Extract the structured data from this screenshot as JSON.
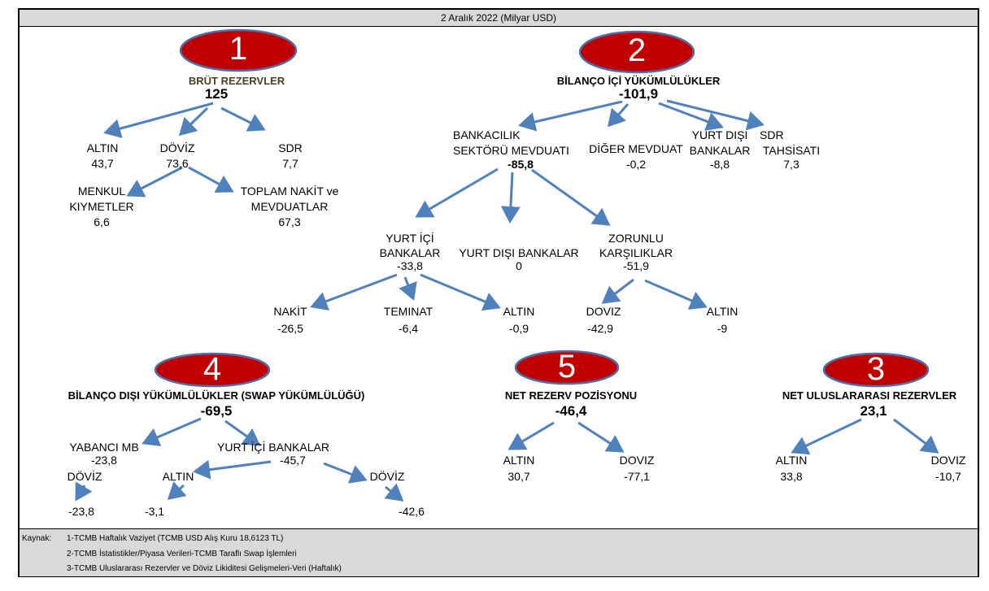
{
  "header": {
    "title": "2 Aralık 2022 (Milyar USD)"
  },
  "badges": {
    "b1": "1",
    "b2": "2",
    "b3": "3",
    "b4": "4",
    "b5": "5"
  },
  "section1": {
    "heading": "BRÜT REZERVLER",
    "total": "125",
    "altin_label": "ALTIN",
    "altin_value": "43,7",
    "doviz_label": "DÖVİZ",
    "doviz_value": "73,6",
    "sdr_label": "SDR",
    "sdr_value": "7,7",
    "menkul_label_1": "MENKUL",
    "menkul_label_2": "KIYMETLER",
    "menkul_value": "6,6",
    "toplam_label_1": "TOPLAM NAKİT ve",
    "toplam_label_2": "MEVDUATLAR",
    "toplam_value": "67,3"
  },
  "section2": {
    "heading": "BİLANÇO İÇİ YÜKÜMLÜLÜKLER",
    "total": "-101,9",
    "bankacilik_label_1": "BANKACILIK",
    "bankacilik_label_2": "SEKTÖRÜ MEVDUATI",
    "bankacilik_value": "-85,8",
    "diger_label": "DİĞER MEVDUAT",
    "diger_value": "-0,2",
    "yurtdisi_label_1": "YURT DIŞI",
    "yurtdisi_label_2": "BANKALAR",
    "yurtdisi_value": "-8,8",
    "sdr_label_1": "SDR",
    "sdr_label_2": "TAHSİSATI",
    "sdr_value": "7,3",
    "yurtici_label_1": "YURT İÇİ",
    "yurtici_label_2": "BANKALAR",
    "yurtici_value": "-33,8",
    "ydbank_label": "YURT DIŞI BANKALAR",
    "ydbank_value": "0",
    "zorunlu_label_1": "ZORUNLU",
    "zorunlu_label_2": "KARŞILIKLAR",
    "zorunlu_value": "-51,9",
    "nakit_label": "NAKİT",
    "nakit_value": "-26,5",
    "teminat_label": "TEMINAT",
    "teminat_value": "-6,4",
    "altin1_label": "ALTIN",
    "altin1_value": "-0,9",
    "doviz_label": "DOVIZ",
    "doviz_value": "-42,9",
    "altin2_label": "ALTIN",
    "altin2_value": "-9"
  },
  "section4": {
    "heading": "BİLANÇO DIŞI  YÜKÜMLÜLÜKLER (SWAP YÜKÜMLÜLÜĞÜ)",
    "total": "-69,5",
    "ymb_label": "YABANCI MB",
    "ymb_value": "-23,8",
    "ymb_doviz_label": "DÖVİZ",
    "ymb_doviz_value": "-23,8",
    "yib_label": "YURT İÇİ BANKALAR",
    "yib_value": "-45,7",
    "altin_label": "ALTIN",
    "altin_value": "-3,1",
    "doviz_label": "DÖVİZ",
    "doviz_value": "-42,6"
  },
  "section5": {
    "heading": "NET REZERV POZİSYONU",
    "total": "-46,4",
    "altin_label": "ALTIN",
    "altin_value": "30,7",
    "doviz_label": "DOVIZ",
    "doviz_value": "-77,1"
  },
  "section3": {
    "heading": "NET ULUSLARARASI REZERVLER",
    "total": "23,1",
    "altin_label": "ALTIN",
    "altin_value": "33,8",
    "doviz_label": "DOVIZ",
    "doviz_value": "-10,7"
  },
  "footer": {
    "label": "Kaynak:",
    "sources": [
      "1-TCMB Haftalık Vaziyet (TCMB USD Alış Kuru 18,6123 TL)",
      "2-TCMB İstatistikler/Piyasa Verileri-TCMB Taraflı Swap İşlemleri",
      "3-TCMB Uluslararası Rezervler ve Döviz Likiditesi Gelişmeleri-Veri (Haftalık)"
    ]
  },
  "colors": {
    "oval_fill": "#c00000",
    "oval_stroke": "#4f6fa8",
    "arrow": "#4f81bd",
    "heading_brown": "#4a3f24"
  }
}
